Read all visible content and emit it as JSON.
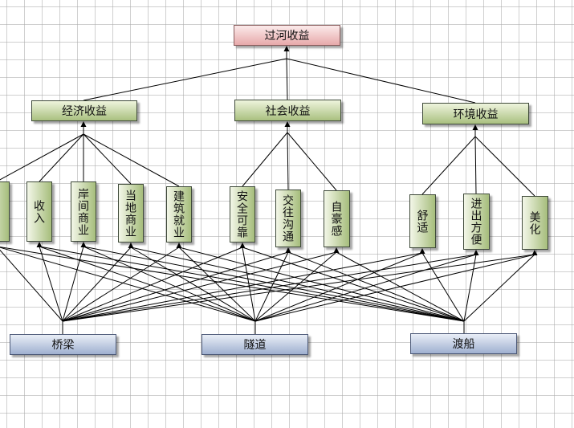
{
  "root": {
    "label": "过河收益"
  },
  "criteria": [
    {
      "label": "经济收益"
    },
    {
      "label": "社会收益"
    },
    {
      "label": "环境收益"
    }
  ],
  "indicators": [
    {
      "label": "",
      "criterion": 0
    },
    {
      "label": "收入",
      "criterion": 0
    },
    {
      "label": "岸间商业",
      "criterion": 0
    },
    {
      "label": "当地商业",
      "criterion": 0
    },
    {
      "label": "建筑就业",
      "criterion": 0
    },
    {
      "label": "安全可靠",
      "criterion": 1
    },
    {
      "label": "交往沟通",
      "criterion": 1
    },
    {
      "label": "自豪感",
      "criterion": 1
    },
    {
      "label": "舒适",
      "criterion": 2
    },
    {
      "label": "进出方便",
      "criterion": 2
    },
    {
      "label": "美化",
      "criterion": 2
    }
  ],
  "alternatives": [
    {
      "label": "桥梁"
    },
    {
      "label": "隧道"
    },
    {
      "label": "渡船"
    }
  ]
}
